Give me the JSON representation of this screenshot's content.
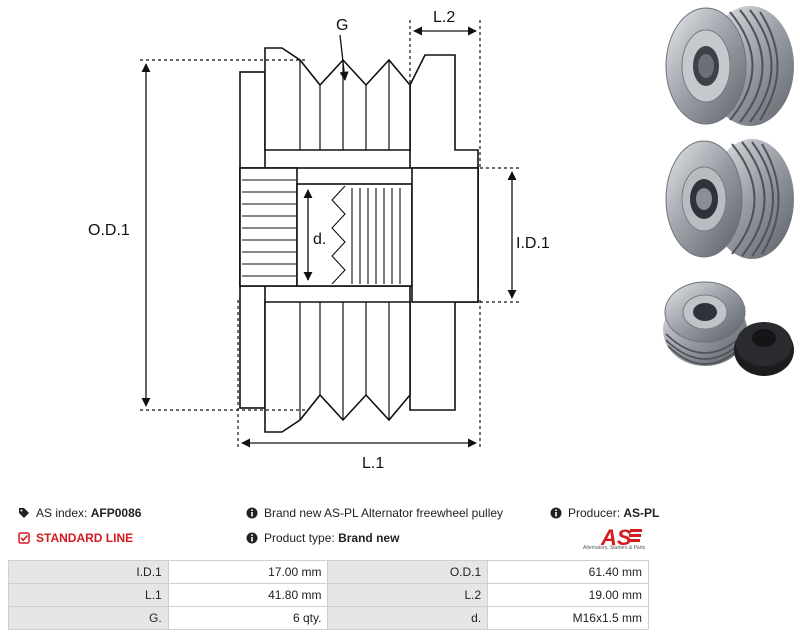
{
  "diagram": {
    "labels": {
      "groove": "G",
      "length2": "L.2",
      "outer_diameter": "O.D.1",
      "inner_diameter": "I.D.1",
      "thread": "d.",
      "length1": "L.1"
    }
  },
  "info": {
    "as_index_label": "AS index:",
    "as_index_value": "AFP0086",
    "line_label": "STANDARD LINE",
    "description": "Brand new AS-PL Alternator freewheel pulley",
    "product_type_label": "Product type:",
    "product_type_value": "Brand new",
    "producer_label": "Producer:",
    "producer_value": "AS-PL",
    "logo_text": "AS",
    "logo_caption": "Alternators, Starters & Parts"
  },
  "specs": [
    [
      "I.D.1",
      "17.00 mm",
      "O.D.1",
      "61.40 mm"
    ],
    [
      "L.1",
      "41.80 mm",
      "L.2",
      "19.00 mm"
    ],
    [
      "G.",
      "6 qty.",
      "d.",
      "M16x1.5 mm"
    ]
  ],
  "colors": {
    "accent": "#d51b22",
    "label_cell": "#e6e6e6",
    "border": "#cfcfcf"
  }
}
